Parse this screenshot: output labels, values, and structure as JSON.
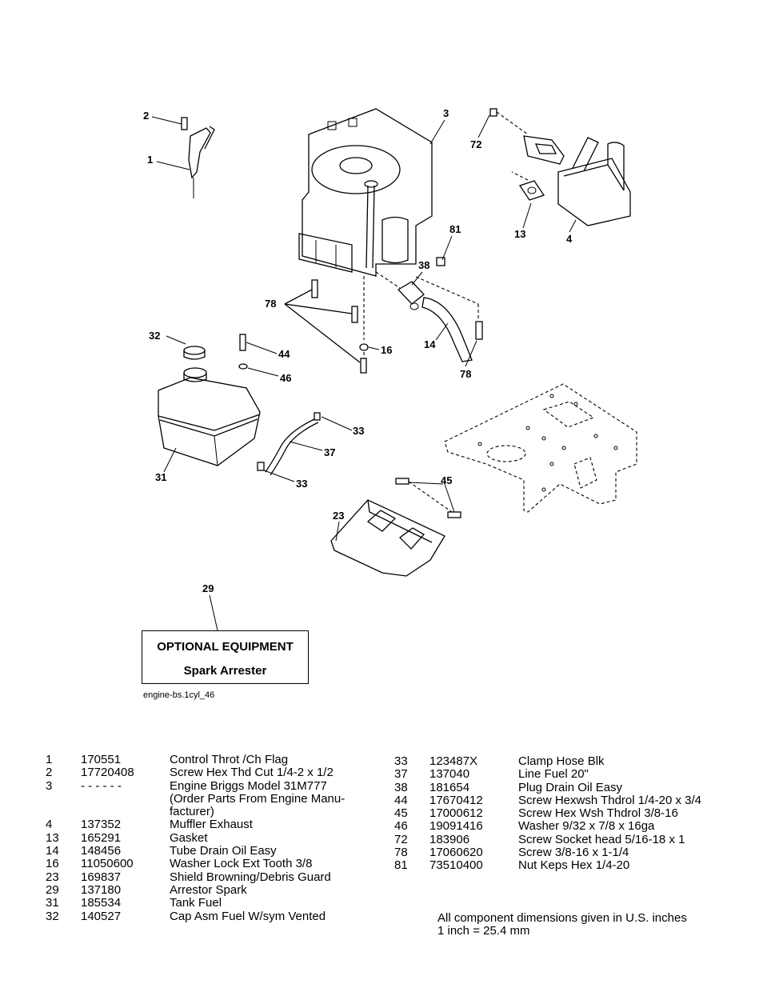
{
  "figure_id": "engine-bs.1cyl_46",
  "optional_equipment": {
    "title": "OPTIONAL EQUIPMENT",
    "subtitle": "Spark Arrester"
  },
  "callouts": [
    "1",
    "2",
    "3",
    "72",
    "4",
    "13",
    "81",
    "38",
    "78",
    "32",
    "44",
    "46",
    "16",
    "14",
    "78",
    "33",
    "37",
    "33",
    "31",
    "45",
    "23",
    "29"
  ],
  "parts_left": [
    {
      "ref": "1",
      "part_no": "170551",
      "desc": "Control Throt /Ch Flag"
    },
    {
      "ref": "2",
      "part_no": "17720408",
      "desc": "Screw Hex Thd Cut 1/4-2 x 1/2"
    },
    {
      "ref": "3",
      "part_no": "- - - - - -",
      "desc": "Engine  Briggs Model 31M777"
    },
    {
      "ref": "",
      "part_no": "",
      "desc": "(Order Parts From Engine Manu-"
    },
    {
      "ref": "",
      "part_no": "",
      "desc": "facturer)"
    },
    {
      "ref": "4",
      "part_no": "137352",
      "desc": "Muffler Exhaust"
    },
    {
      "ref": "13",
      "part_no": "165291",
      "desc": "Gasket"
    },
    {
      "ref": "14",
      "part_no": "148456",
      "desc": "Tube Drain Oil Easy"
    },
    {
      "ref": "16",
      "part_no": "11050600",
      "desc": "Washer Lock Ext Tooth 3/8"
    },
    {
      "ref": "23",
      "part_no": "169837",
      "desc": "Shield Browning/Debris Guard"
    },
    {
      "ref": "29",
      "part_no": "137180",
      "desc": "Arrestor Spark"
    },
    {
      "ref": "31",
      "part_no": "185534",
      "desc": "Tank Fuel"
    },
    {
      "ref": "32",
      "part_no": "140527",
      "desc": "Cap Asm Fuel W/sym Vented"
    }
  ],
  "parts_right": [
    {
      "ref": "33",
      "part_no": "123487X",
      "desc": "Clamp Hose Blk"
    },
    {
      "ref": "37",
      "part_no": "137040",
      "desc": "Line Fuel 20\""
    },
    {
      "ref": "38",
      "part_no": "181654",
      "desc": "Plug Drain Oil Easy"
    },
    {
      "ref": "44",
      "part_no": "17670412",
      "desc": "Screw Hexwsh Thdrol 1/4-20 x 3/4"
    },
    {
      "ref": "45",
      "part_no": "17000612",
      "desc": "Screw Hex Wsh Thdrol  3/8-16"
    },
    {
      "ref": "46",
      "part_no": "19091416",
      "desc": "Washer 9/32 x 7/8 x 16ga"
    },
    {
      "ref": "72",
      "part_no": "183906",
      "desc": "Screw Socket head 5/16-18 x 1"
    },
    {
      "ref": "78",
      "part_no": "17060620",
      "desc": "Screw 3/8-16 x 1-1/4"
    },
    {
      "ref": "81",
      "part_no": "73510400",
      "desc": "Nut Keps Hex 1/4-20"
    }
  ],
  "footnote": {
    "line1": "All component dimensions given in U.S. inches",
    "line2": "1 inch = 25.4 mm"
  }
}
